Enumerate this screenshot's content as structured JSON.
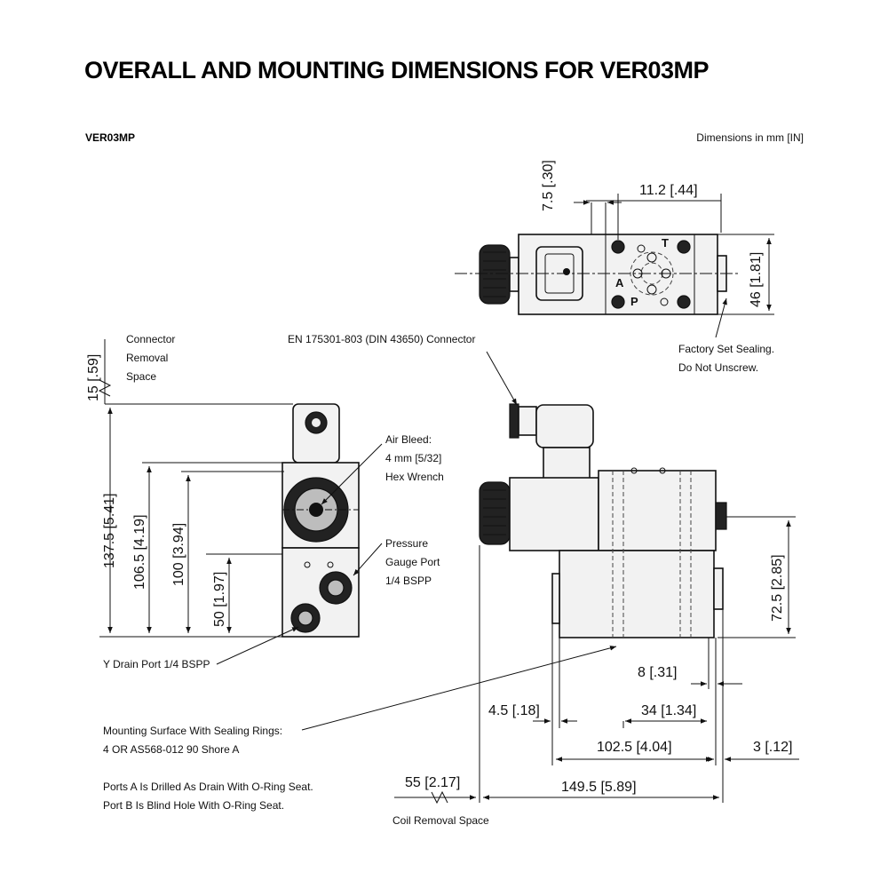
{
  "title": "OVERALL AND MOUNTING DIMENSIONS FOR VER03MP",
  "model": "VER03MP",
  "units_note": "Dimensions in mm [IN]",
  "top_view": {
    "dim_7_5": "7.5 [.30]",
    "dim_11_2": "11.2 [.44]",
    "dim_46": "46 [1.81]",
    "port_t": "T",
    "port_a": "A",
    "port_p": "P",
    "factory_line1": "Factory Set Sealing.",
    "factory_line2": "Do Not Unscrew."
  },
  "side_view": {
    "connector_line1": "Connector",
    "connector_line2": "Removal",
    "connector_line3": "Space",
    "dim_15": "15 [.59]",
    "dim_137_5": "137.5 [5.41]",
    "dim_106_5": "106.5 [4.19]",
    "dim_100": "100 [3.94]",
    "dim_50": "50 [1.97]",
    "airbleed_line1": "Air Bleed:",
    "airbleed_line2": "4 mm [5/32]",
    "airbleed_line3": "Hex Wrench",
    "pressure_line1": "Pressure",
    "pressure_line2": "Gauge Port",
    "pressure_line3": "1/4 BSPP",
    "ydrain": "Y Drain Port 1/4 BSPP"
  },
  "front_view": {
    "connector_label": "EN 175301-803 (DIN 43650) Connector",
    "dim_72_5": "72.5 [2.85]",
    "dim_8": "8 [.31]",
    "dim_4_5": "4.5 [.18]",
    "dim_34": "34 [1.34]",
    "dim_102_5": "102.5 [4.04]",
    "dim_3": "3 [.12]",
    "dim_55": "55 [2.17]",
    "dim_149_5": "149.5 [5.89]",
    "coil_removal": "Coil Removal Space"
  },
  "notes": {
    "mounting_line1": "Mounting Surface With Sealing Rings:",
    "mounting_line2": "4 OR AS568-012  90 Shore A",
    "ports_line1": "Ports A Is Drilled As Drain With O-Ring Seat.",
    "ports_line2": "Port B Is Blind Hole With O-Ring Seat."
  }
}
